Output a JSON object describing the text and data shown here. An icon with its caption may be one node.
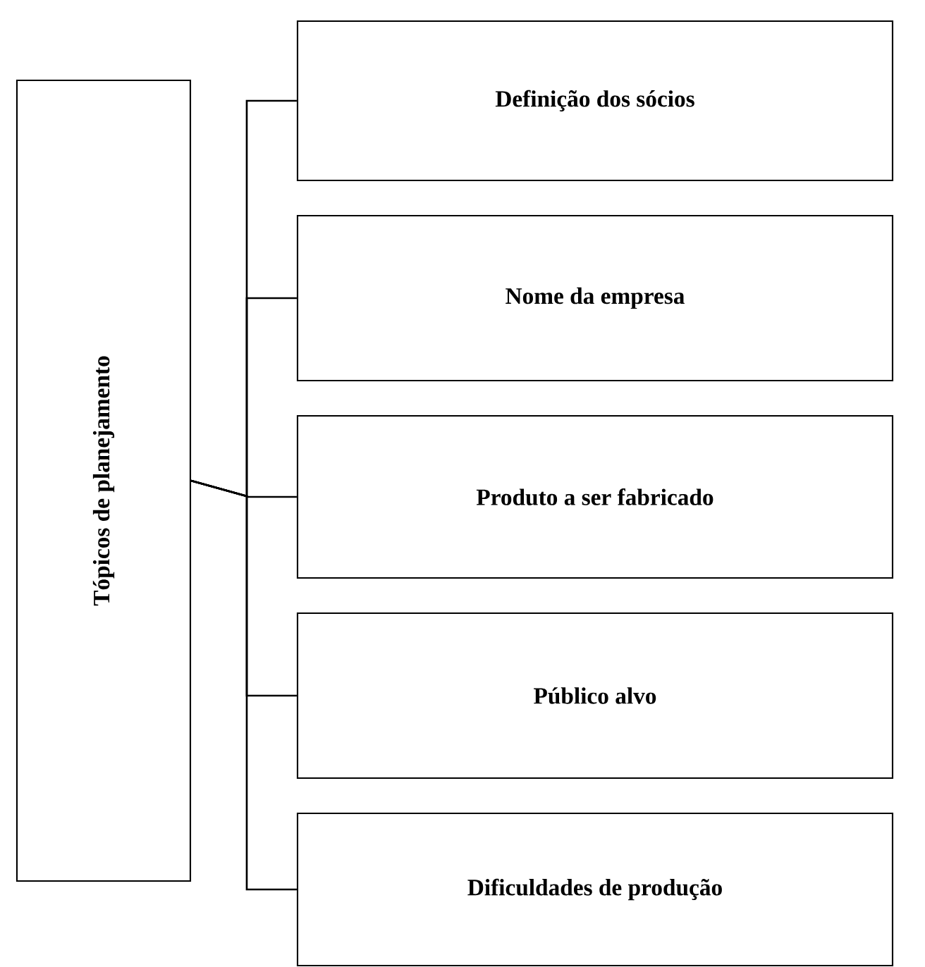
{
  "diagram": {
    "nodes": [
      {
        "text": [
          "Tópicos de planejamento"
        ]
      },
      {
        "text": [
          "Definição dos sócios"
        ]
      },
      {
        "text": [
          "Nome da empresa"
        ]
      },
      {
        "text": [
          "Produto a ser fabricado"
        ]
      },
      {
        "text": [
          "Público alvo"
        ]
      },
      {
        "text": [
          "Dificuldades de produção"
        ]
      }
    ],
    "edges": [
      {
        "from": 0,
        "to": 1,
        "arrow": "none"
      },
      {
        "from": 0,
        "to": 2,
        "arrow": "none"
      },
      {
        "from": 0,
        "to": 3,
        "arrow": "none"
      },
      {
        "from": 0,
        "to": 4,
        "arrow": "none"
      },
      {
        "from": 0,
        "to": 5,
        "arrow": "none"
      }
    ]
  }
}
